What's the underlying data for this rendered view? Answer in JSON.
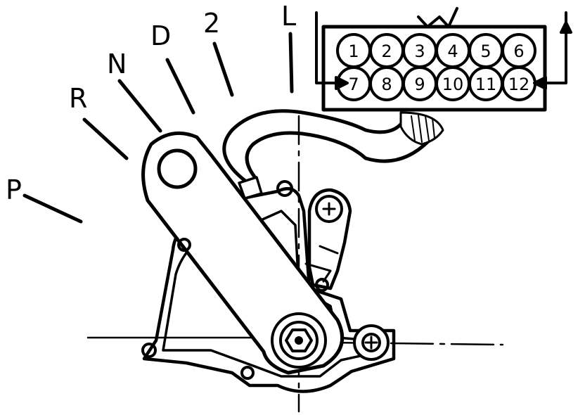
{
  "positions": [
    "P",
    "R",
    "N",
    "D",
    "2",
    "L"
  ],
  "connector": {
    "pins_top": [
      "1",
      "2",
      "3",
      "4",
      "5",
      "6"
    ],
    "pins_bottom": [
      "7",
      "8",
      "9",
      "10",
      "11",
      "12"
    ]
  }
}
